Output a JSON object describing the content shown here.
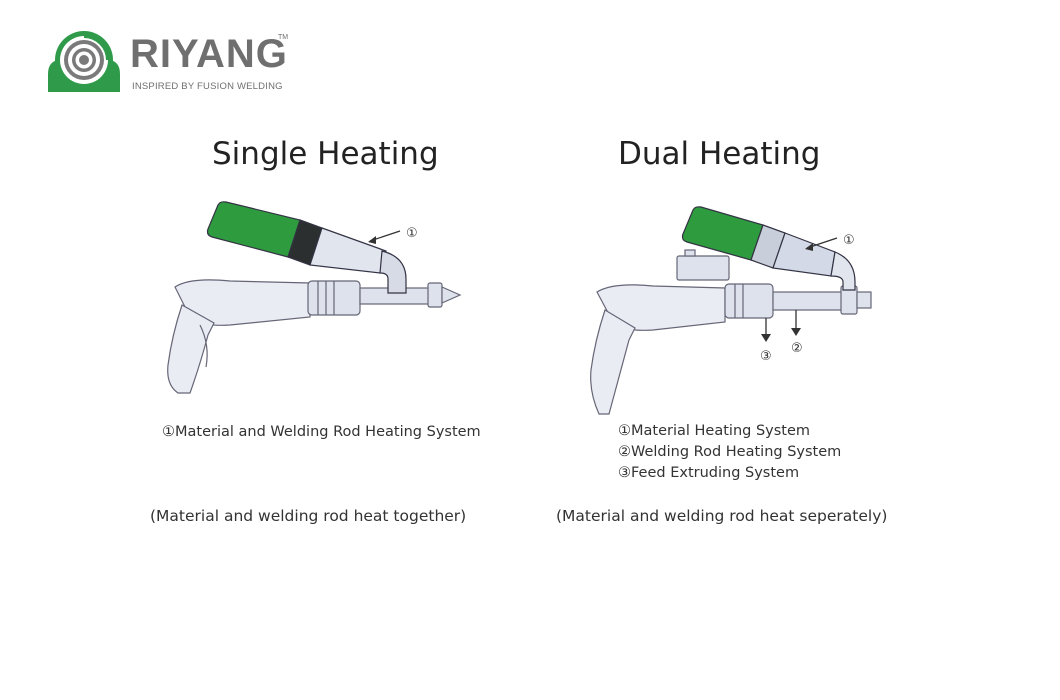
{
  "brand": {
    "name": "RIYANG",
    "trademark": "TM",
    "tagline": "INSPIRED BY FUSION WELDING",
    "colors": {
      "green": "#2f9a4a",
      "gray": "#6f6f6f"
    }
  },
  "panels": [
    {
      "title": "Single Heating",
      "callouts": [
        "①"
      ],
      "legend": [
        "①Material and Welding Rod Heating System"
      ],
      "note": "(Material and welding rod heat together)"
    },
    {
      "title": "Dual Heating",
      "callouts": [
        "①",
        "②",
        "③"
      ],
      "legend": [
        "①Material Heating System",
        "②Welding Rod Heating System",
        "③Feed Extruding System"
      ],
      "note": "(Material and welding rod heat seperately)"
    }
  ]
}
